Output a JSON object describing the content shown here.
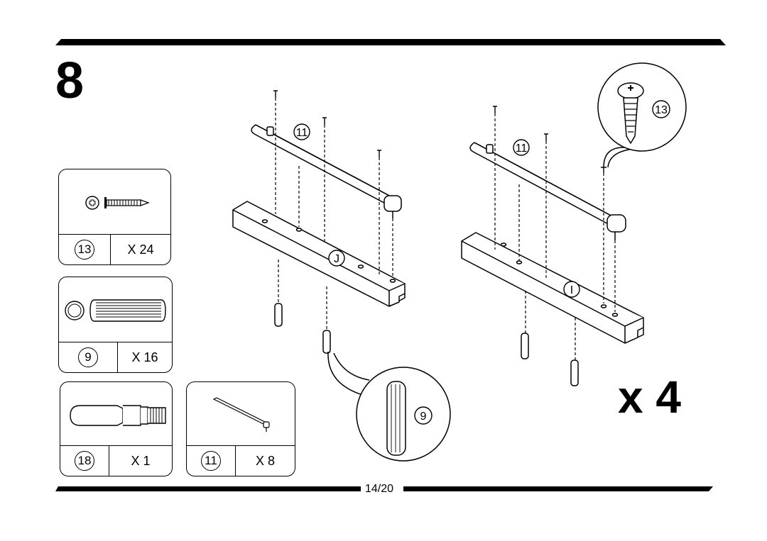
{
  "step": {
    "number": "8"
  },
  "parts": [
    {
      "id": "13",
      "quantity": "X 24",
      "icon": "screw-icon"
    },
    {
      "id": "9",
      "quantity": "X 16",
      "icon": "dowel-icon"
    },
    {
      "id": "18",
      "quantity": "X 1",
      "icon": "tool-icon"
    },
    {
      "id": "11",
      "quantity": "X 8",
      "icon": "bracket-icon"
    }
  ],
  "diagram": {
    "left_rail_part": "11",
    "left_board_label": "J",
    "right_rail_part": "11",
    "right_board_label": "I",
    "screw_callout_part": "13",
    "dowel_callout_part": "9"
  },
  "multiplier": "x 4",
  "page": "14/20"
}
